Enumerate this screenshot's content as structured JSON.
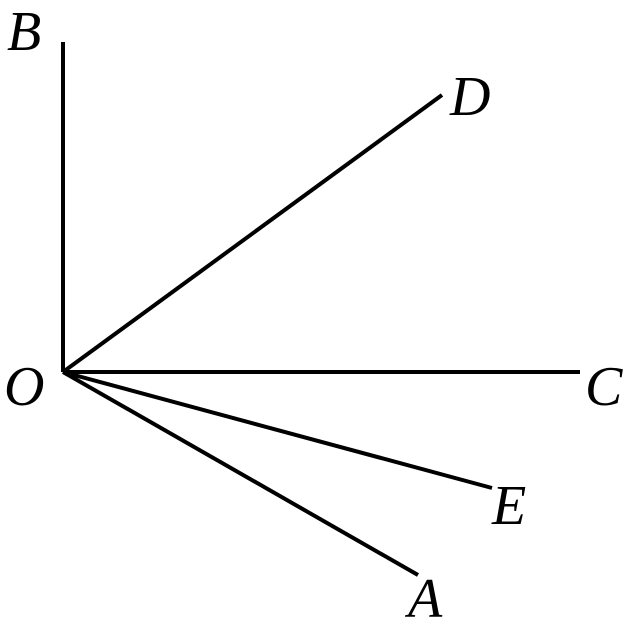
{
  "diagram": {
    "labels": {
      "B": "B",
      "D": "D",
      "O": "O",
      "C": "C",
      "E": "E",
      "A": "A"
    },
    "rays": [
      "OB",
      "OD",
      "OC",
      "OE",
      "OA"
    ],
    "line_color": "#000000"
  }
}
